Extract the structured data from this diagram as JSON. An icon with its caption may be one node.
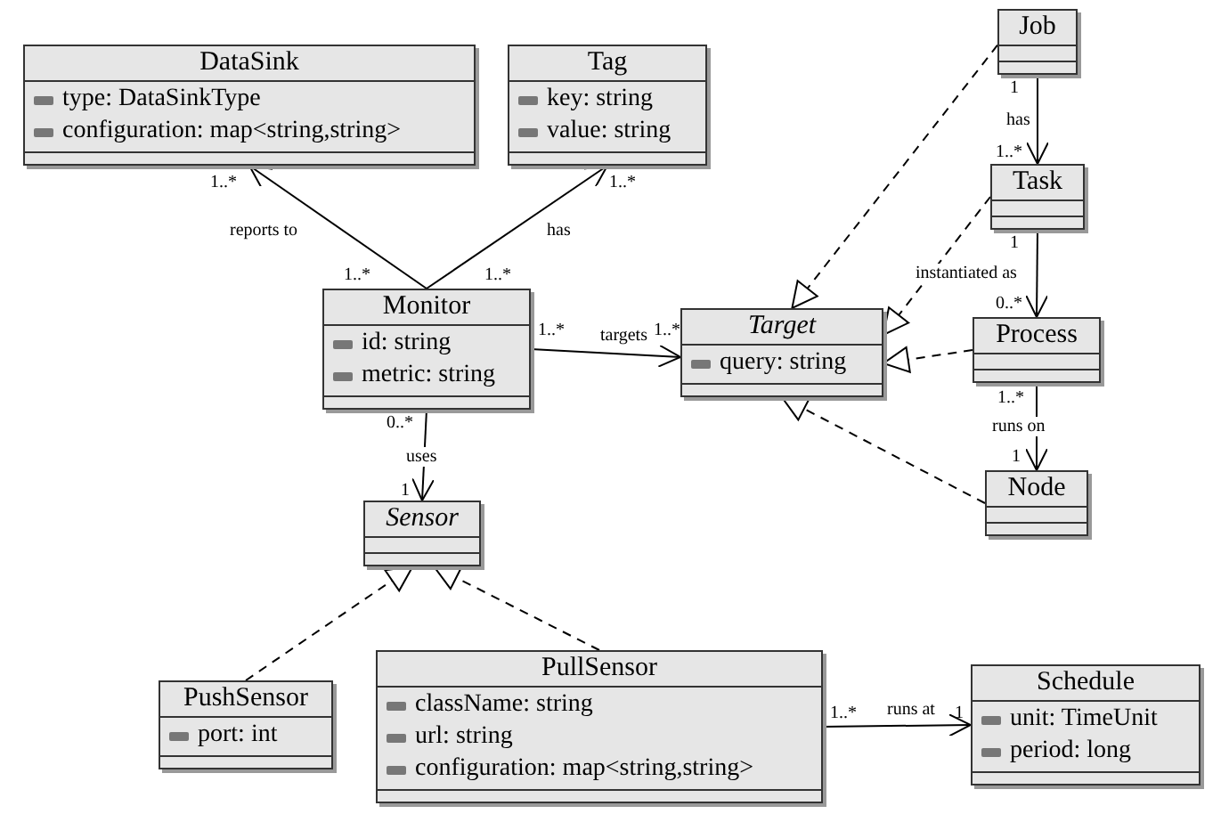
{
  "diagram": {
    "nodes": [
      {
        "text": [
          "DataSink",
          "type: DataSinkType",
          "configuration: map<string,string>"
        ]
      },
      {
        "text": [
          "Tag",
          "key: string",
          "value: string"
        ]
      },
      {
        "text": [
          "Job"
        ]
      },
      {
        "text": [
          "Task"
        ]
      },
      {
        "text": [
          "Monitor",
          "id: string",
          "metric: string"
        ]
      },
      {
        "text": [
          "Target",
          "query: string"
        ]
      },
      {
        "text": [
          "Process"
        ]
      },
      {
        "text": [
          "Node"
        ]
      },
      {
        "text": [
          "Sensor"
        ]
      },
      {
        "text": [
          "PushSensor",
          "port: int"
        ]
      },
      {
        "text": [
          "PullSensor",
          "className: string",
          "url: string",
          "configuration: map<string,string>"
        ]
      },
      {
        "text": [
          "Schedule",
          "unit: TimeUnit",
          "period: long"
        ]
      }
    ],
    "edges": [
      {
        "from": 4,
        "to": 0,
        "arrow": "to",
        "label": "reports to"
      },
      {
        "from": 4,
        "to": 1,
        "arrow": "to",
        "label": "has"
      },
      {
        "from": 4,
        "to": 5,
        "arrow": "to",
        "label": "targets"
      },
      {
        "from": 4,
        "to": 8,
        "arrow": "to",
        "label": "uses"
      },
      {
        "from": 2,
        "to": 3,
        "arrow": "to",
        "label": "has"
      },
      {
        "from": 3,
        "to": 6,
        "arrow": "to",
        "label": "instantiated as"
      },
      {
        "from": 6,
        "to": 7,
        "arrow": "to",
        "label": "runs on"
      },
      {
        "from": 2,
        "to": 5,
        "arrow": "to",
        "style": "dashed"
      },
      {
        "from": 3,
        "to": 5,
        "arrow": "to",
        "style": "dashed"
      },
      {
        "from": 6,
        "to": 5,
        "arrow": "to",
        "style": "dashed"
      },
      {
        "from": 7,
        "to": 5,
        "arrow": "to",
        "style": "dashed"
      },
      {
        "from": 9,
        "to": 8,
        "arrow": "to",
        "style": "dashed"
      },
      {
        "from": 10,
        "to": 8,
        "arrow": "to",
        "style": "dashed"
      },
      {
        "from": 10,
        "to": 11,
        "arrow": "to",
        "label": "runs at"
      }
    ],
    "labels": [
      "1..*",
      "1..*",
      "1",
      "1..*",
      "1..*",
      "1..*",
      "1",
      "1..*",
      "1..*",
      "0..*",
      "1..*",
      "0..*",
      "1",
      "1",
      "1..*",
      "1"
    ]
  }
}
